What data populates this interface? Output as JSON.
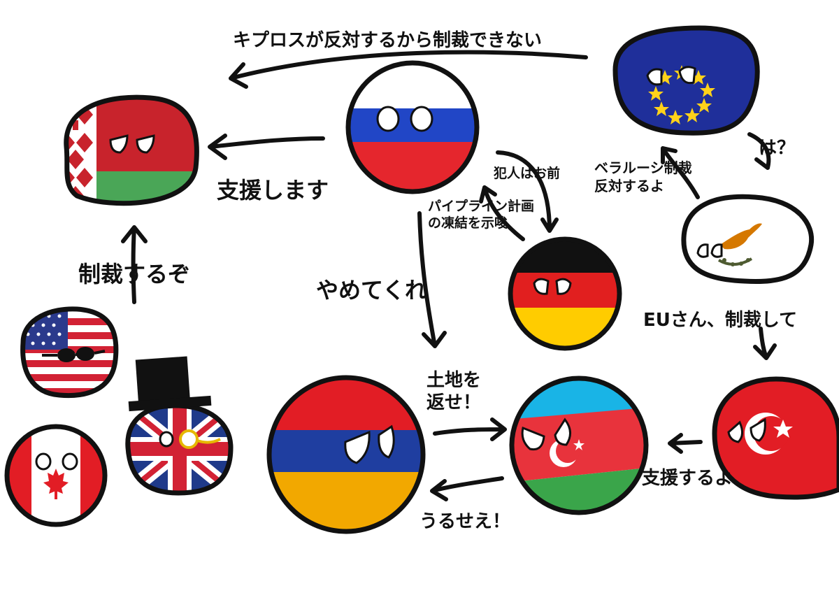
{
  "labels": {
    "cyprus_blocks": "キプロスが反対するから制裁できない",
    "russia_supports": "支援します",
    "west_sanctions": "制裁するぞ",
    "armenia_to_russia": "やめてくれ",
    "germany_culprit": "犯人はお前",
    "pipeline_freeze_1": "パイプライン計画",
    "pipeline_freeze_2": "の凍結を示唆",
    "eu_what": "は？",
    "cyprus_oppose_1": "ベラルーシ制裁",
    "cyprus_oppose_2": "反対するよ",
    "cyprus_to_eu": "EUさん、制裁して",
    "turkey_supports": "支援するよ",
    "return_land_1": "土地を",
    "return_land_2": "返せ！",
    "shut_up": "うるせえ！"
  }
}
